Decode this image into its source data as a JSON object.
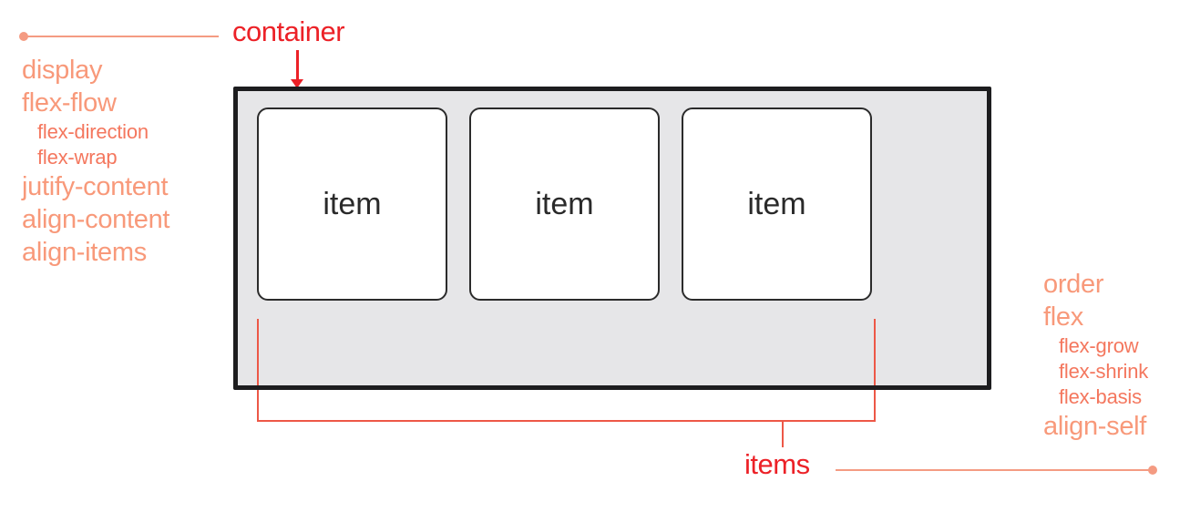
{
  "labels": {
    "container": "container",
    "items": "items"
  },
  "container_properties": [
    {
      "label": "display",
      "level": "main"
    },
    {
      "label": "flex-flow",
      "level": "main"
    },
    {
      "label": "flex-direction",
      "level": "sub"
    },
    {
      "label": "flex-wrap",
      "level": "sub"
    },
    {
      "label": "jutify-content",
      "level": "main"
    },
    {
      "label": "align-content",
      "level": "main"
    },
    {
      "label": "align-items",
      "level": "main"
    }
  ],
  "item_properties": [
    {
      "label": "order",
      "level": "main"
    },
    {
      "label": "flex",
      "level": "main"
    },
    {
      "label": "flex-grow",
      "level": "sub"
    },
    {
      "label": "flex-shrink",
      "level": "sub"
    },
    {
      "label": "flex-basis",
      "level": "sub"
    },
    {
      "label": "align-self",
      "level": "main"
    }
  ],
  "flex_items": [
    {
      "label": "item"
    },
    {
      "label": "item"
    },
    {
      "label": "item"
    }
  ],
  "palette": {
    "label_red": "#EC2127",
    "property_salmon": "#F8997A",
    "property_salmon_deep": "#F4775E",
    "bracket_red": "#ED5847",
    "connector_salmon": "#F49B82",
    "container_fill": "#E6E6E8",
    "container_border": "#1D1D1F",
    "item_border": "#2B2B2B",
    "item_text": "#2A2A2A"
  }
}
